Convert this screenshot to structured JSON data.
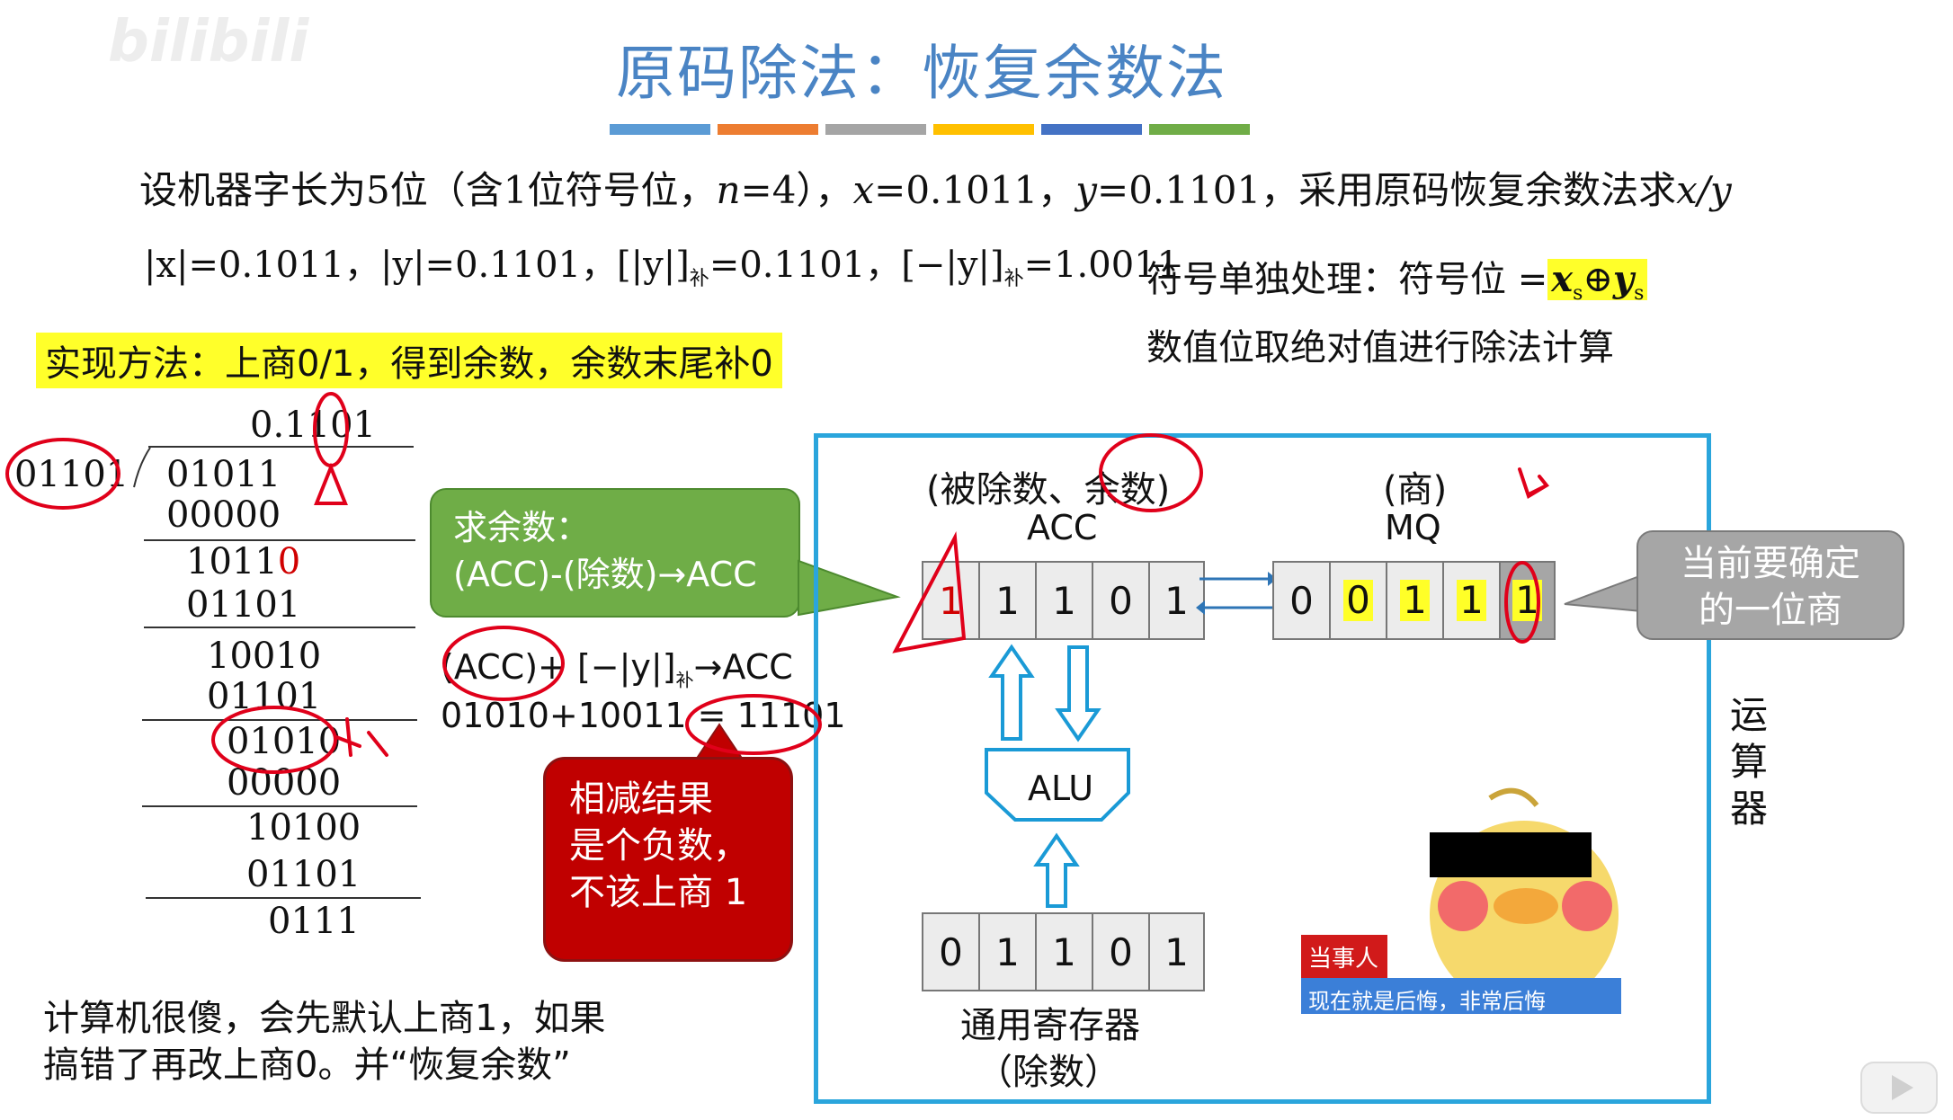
{
  "watermark": {
    "text": "bilibili"
  },
  "title": "原码除法：恢复余数法",
  "title_bar_colors": [
    "#5b9bd5",
    "#ed7d31",
    "#a5a5a5",
    "#ffc000",
    "#4472c4",
    "#70ad47"
  ],
  "problem": {
    "intro": "设机器字长为5位（含1位符号位，",
    "n": "n",
    "n_eq": "=4），",
    "x": "x",
    "x_eq": "=0.1011，",
    "y": "y",
    "y_eq": "=0.1101，采用原码恢复余数法求",
    "xy": "x/y"
  },
  "values": {
    "abs_x": "|x|=0.1011，",
    "abs_y": "|y|=0.1101，",
    "y_comp": "[|y|]",
    "bu": "补",
    "y_comp_val": "=0.1101，",
    "neg_y_comp": "[−|y|]",
    "neg_y_comp_val": "=1.0011"
  },
  "sign": {
    "line1_pre": "符号单独处理：符号位 =",
    "xs": "x",
    "s1": "s",
    "xor": "⊕",
    "ys": "y",
    "s2": "s",
    "line2": "数值位取绝对值进行除法计算"
  },
  "method": "实现方法：上商0/1，得到余数，余数末尾补0",
  "division": {
    "quotient": "0.1101",
    "divisor": "01101",
    "rows": [
      "01011",
      "00000",
      "1011",
      "0",
      "01101",
      "10010",
      "01101",
      "01010",
      "00000",
      "10100",
      "01101",
      "0111"
    ]
  },
  "callouts": {
    "green_1": "求余数：",
    "green_2": "(ACC)-(除数)→ACC",
    "red_1": "相减结果",
    "red_2": "是个负数，",
    "red_3": "不该上商 1",
    "gray_1": "当前要确定",
    "gray_2": "的一位商"
  },
  "calc": {
    "line1_a": "(ACC)+ [−|y|]",
    "line1_b": "补",
    "line1_c": "→ACC",
    "line2": "01010+10011 = 11101"
  },
  "unit": {
    "acc_label_1": "(被除数、余数)",
    "acc_label_2": "ACC",
    "mq_label_1": "(商)",
    "mq_label_2": "MQ",
    "acc": [
      "1",
      "1",
      "1",
      "0",
      "1"
    ],
    "mq": [
      "0",
      "0",
      "1",
      "1",
      "1"
    ],
    "alu": "ALU",
    "gpr": [
      "0",
      "1",
      "1",
      "0",
      "1"
    ],
    "gpr_label_1": "通用寄存器",
    "gpr_label_2": "（除数）",
    "side_label": [
      "运",
      "算",
      "器"
    ]
  },
  "bottom_note": {
    "line1": "计算机很傻，会先默认上商1，如果",
    "line2": "搞错了再改上商0。并“恢复余数”"
  },
  "meme": {
    "tag": "当事人",
    "caption": "现在就是后悔，非常后悔"
  }
}
